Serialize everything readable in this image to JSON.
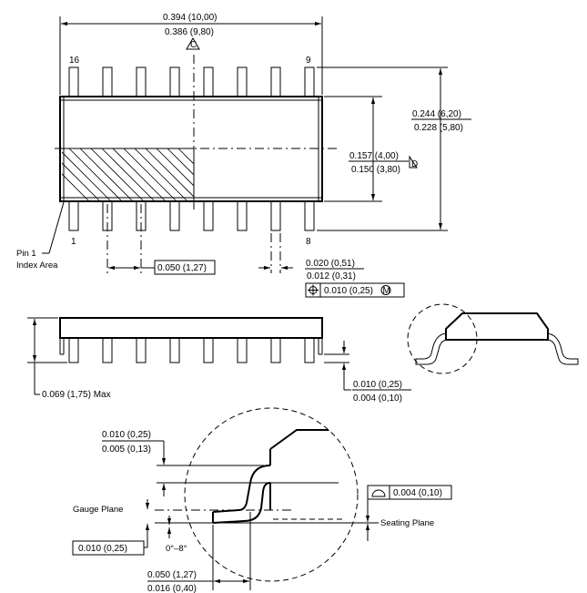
{
  "top_view": {
    "length_max": "0.394 (10,00)",
    "length_min": "0.386 (9,80)",
    "note_c": "C",
    "pin16": "16",
    "pin9": "9",
    "pin1": "1",
    "pin8": "8",
    "width_overall_max": "0.244 (6,20)",
    "width_overall_min": "0.228 (5,80)",
    "body_width_max": "0.157 (4,00)",
    "body_width_min": "0.150 (3,80)",
    "note_d": "D",
    "pin1_label_line1": "Pin 1",
    "pin1_label_line2": "Index Area",
    "pitch": "0.050 (1,27)",
    "lead_width_max": "0.020 (0,51)",
    "lead_width_min": "0.012 (0,31)",
    "position_tol": "0.010 (0,25)",
    "position_mod": "M"
  },
  "side_view": {
    "height_max": "0.069 (1,75) Max",
    "standoff_max": "0.010 (0,25)",
    "standoff_min": "0.004 (0,10)"
  },
  "detail_view": {
    "lead_thk_max": "0.010 (0,25)",
    "lead_thk_min": "0.005 (0,13)",
    "gauge_plane": "Gauge Plane",
    "gauge_value": "0.010 (0,25)",
    "angle": "0°–8°",
    "seating_plane": "Seating Plane",
    "coplanarity": "0.004 (0,10)",
    "foot_len_max": "0.050 (1,27)",
    "foot_len_min": "0.016 (0,40)"
  }
}
